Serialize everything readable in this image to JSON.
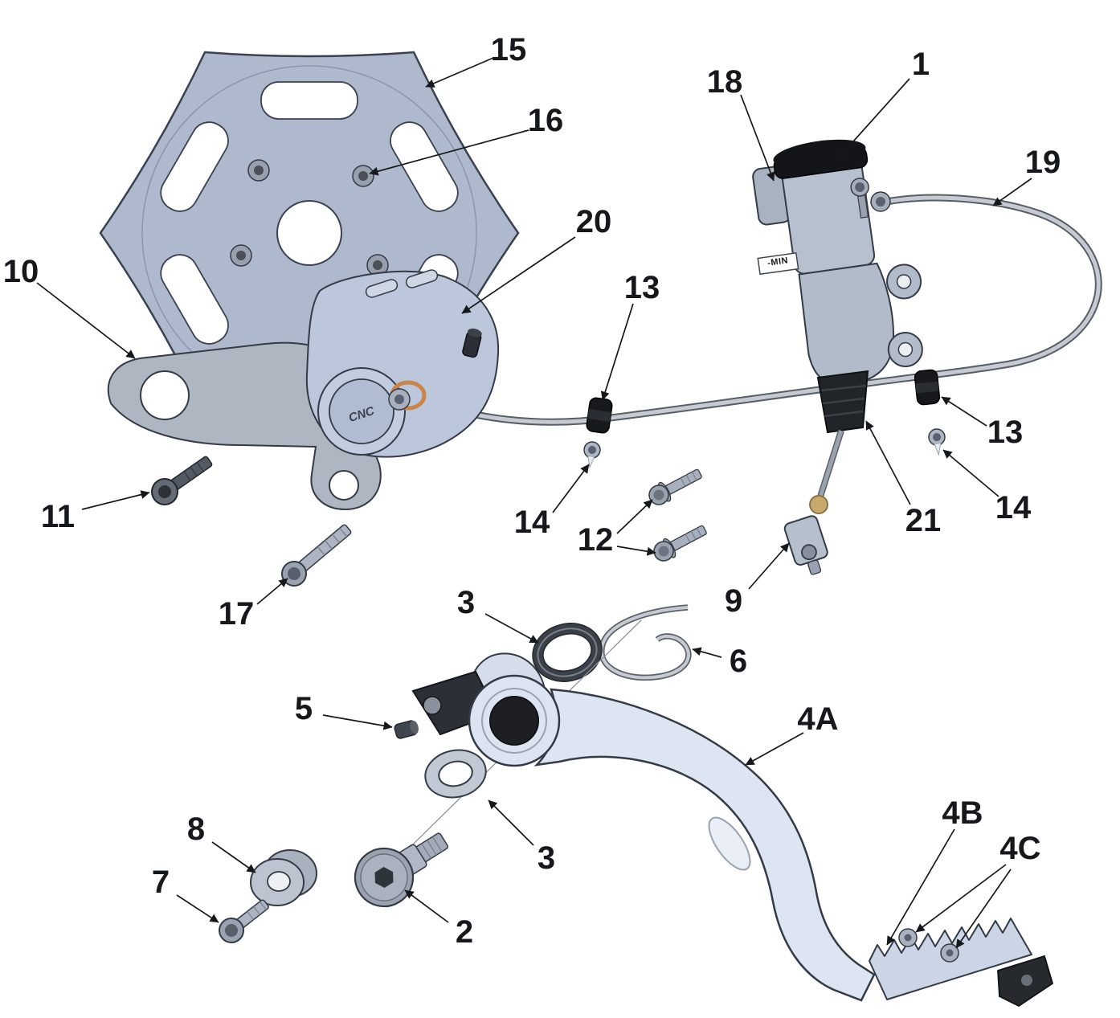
{
  "figure": {
    "background_color": "#ffffff",
    "ink_color": "#16181b",
    "rotor_color": "#aeb9cd",
    "caliper_color": "#bcc7dc",
    "pedal_color": "#dde4f2",
    "accent_orange": "#c9854a"
  },
  "markings": {
    "master_cylinder_min": "-MIN",
    "caliper_logo": "CNC"
  },
  "callouts": [
    {
      "label": "15"
    },
    {
      "label": "16"
    },
    {
      "label": "18"
    },
    {
      "label": "1"
    },
    {
      "label": "19"
    },
    {
      "label": "10"
    },
    {
      "label": "20"
    },
    {
      "label": "13"
    },
    {
      "label": "13"
    },
    {
      "label": "14"
    },
    {
      "label": "14"
    },
    {
      "label": "12"
    },
    {
      "label": "21"
    },
    {
      "label": "9"
    },
    {
      "label": "11"
    },
    {
      "label": "17"
    },
    {
      "label": "3"
    },
    {
      "label": "6"
    },
    {
      "label": "5"
    },
    {
      "label": "4A"
    },
    {
      "label": "3"
    },
    {
      "label": "8"
    },
    {
      "label": "2"
    },
    {
      "label": "7"
    },
    {
      "label": "4B"
    },
    {
      "label": "4C"
    }
  ]
}
